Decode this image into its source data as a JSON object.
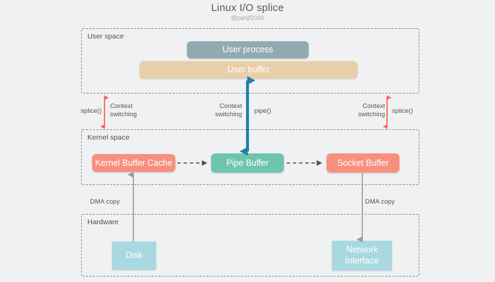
{
  "header": {
    "title": "Linux I/O splice",
    "subtitle": "@panjf2000"
  },
  "sections": [
    {
      "id": "user-space",
      "label": "User space"
    },
    {
      "id": "kernel-space",
      "label": "Kernel space"
    },
    {
      "id": "hardware",
      "label": "Hardware"
    }
  ],
  "nodes": {
    "user_process": {
      "label": "User process",
      "color": "#93aab3"
    },
    "user_buffer": {
      "label": "User buffer",
      "color": "#e9cfa7"
    },
    "kernel_buffer_cache": {
      "label": "Kernel Buffer Cache",
      "color": "#f8907f"
    },
    "pipe_buffer": {
      "label": "Pipe Buffer",
      "color": "#6ec5ae"
    },
    "socket_buffer": {
      "label": "Socket Buffer",
      "color": "#f8907f"
    },
    "disk": {
      "label": "Disk",
      "color": "#a9d9e0"
    },
    "network_interface": {
      "label": "Network\nInterface",
      "color": "#a9d9e0"
    }
  },
  "annotations": {
    "left_syscall": "splice()",
    "left_context": "Context\nswitching",
    "center_context": "Context\nswitching",
    "center_syscall": "pipe()",
    "right_context": "Context\nswitching",
    "right_syscall": "splice()",
    "dma_left": "DMA copy",
    "dma_right": "DMA copy"
  },
  "colors": {
    "background": "#f0f1f2",
    "dashed_border": "#8c8c8c",
    "context_arrow": "#f4675c",
    "pipe_arrow": "#1d7fa8",
    "flow_arrow": "#4a4a4a",
    "dma_arrow": "#9a9a9a",
    "title_text": "#585858",
    "subtitle_text": "#a8a8a8",
    "caption_text": "#555555"
  }
}
